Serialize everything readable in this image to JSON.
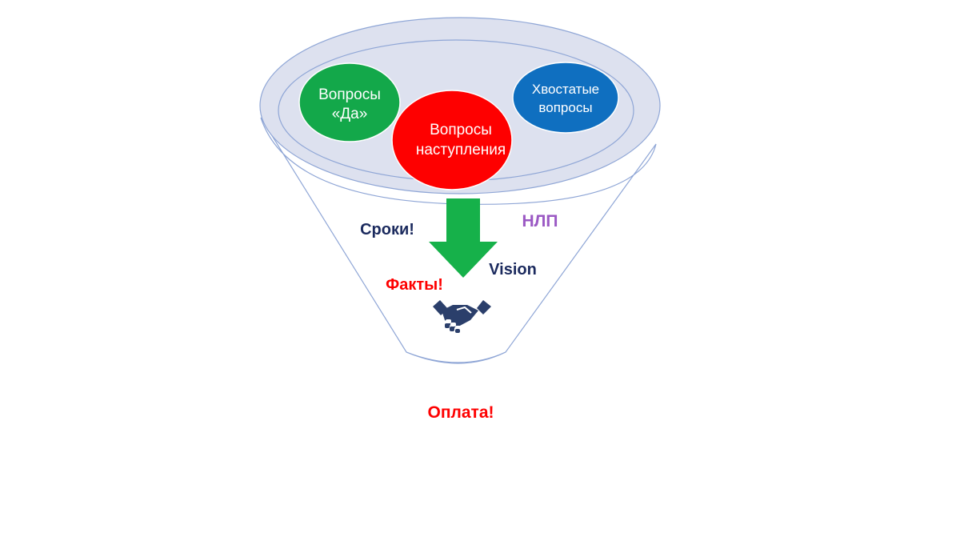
{
  "bubbles": [
    {
      "id": "yes",
      "lines": [
        "Вопросы",
        "«Да»"
      ],
      "color": "#13a84a"
    },
    {
      "id": "attack",
      "lines": [
        "Вопросы",
        "наступления"
      ],
      "color": "#fe0000"
    },
    {
      "id": "tail",
      "lines": [
        "Хвостатые",
        "вопросы"
      ],
      "color": "#0f6fc0"
    }
  ],
  "labels": {
    "deadlines": {
      "text": "Сроки!",
      "color": "#1b2a5e"
    },
    "nlp": {
      "text": "НЛП",
      "color": "#9b59c4"
    },
    "vision": {
      "text": "Vision",
      "color": "#1b2a5e"
    },
    "facts": {
      "text": "Факты!",
      "color": "#fe0000"
    },
    "payment": {
      "text": "Оплата!",
      "color": "#fe0000"
    }
  },
  "icons": {
    "arrow": "down-arrow-icon",
    "handshake": "handshake-icon"
  },
  "colors": {
    "funnel_top_fill": "#dde1ef",
    "funnel_outline": "#8fa6d6",
    "arrow": "#16b14a",
    "handshake": "#2b3f6b"
  }
}
